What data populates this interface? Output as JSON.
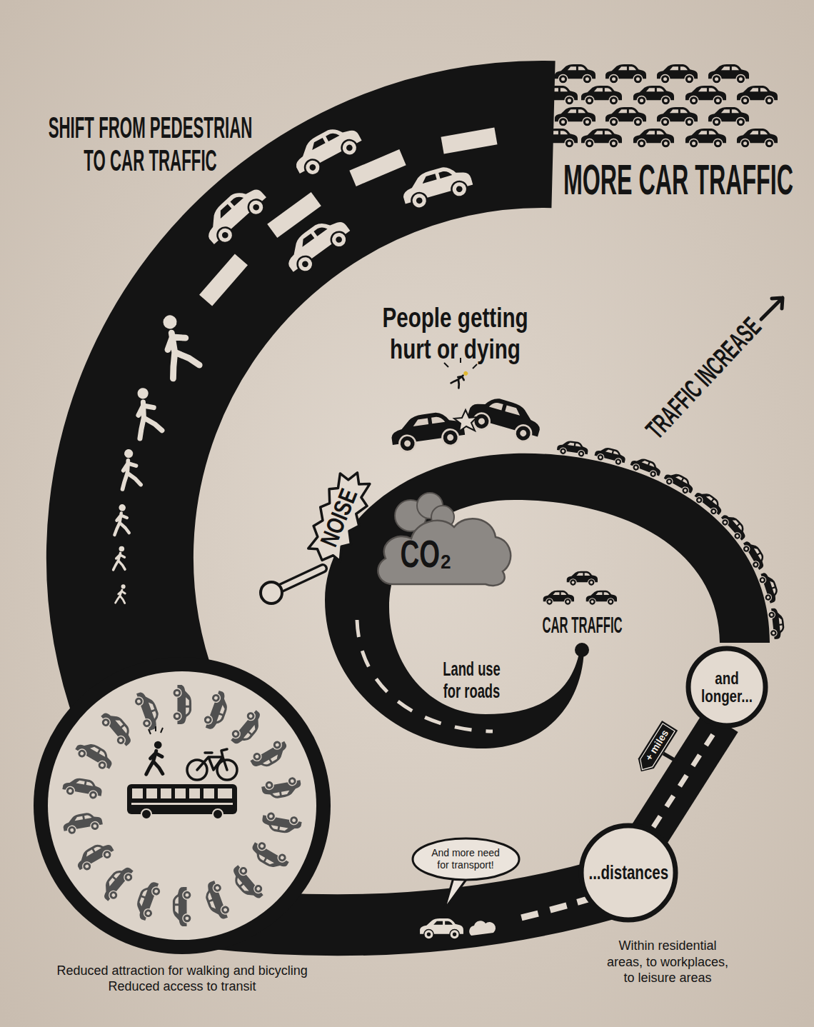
{
  "diagram": {
    "nodes": [
      {
        "text": [
          "NOISE"
        ]
      },
      {
        "text": [
          "CO₂"
        ]
      },
      {
        "text": [
          "and longer..."
        ]
      },
      {
        "text": [
          "+ miles"
        ]
      },
      {
        "text": [
          "And more need for transport!"
        ]
      },
      {
        "text": [
          "...distances"
        ]
      }
    ],
    "labels": [
      "SHIFT FROM PEDESTRIAN TO CAR TRAFFIC",
      "MORE CAR TRAFFIC",
      "People getting hurt or dying",
      "TRAFFIC INCREASE",
      "CAR TRAFFIC",
      "Land use for roads",
      "Reduced attraction for walking and bicycling",
      "Reduced access to transit",
      "Within residential areas, to workplaces, to leisure areas"
    ]
  }
}
